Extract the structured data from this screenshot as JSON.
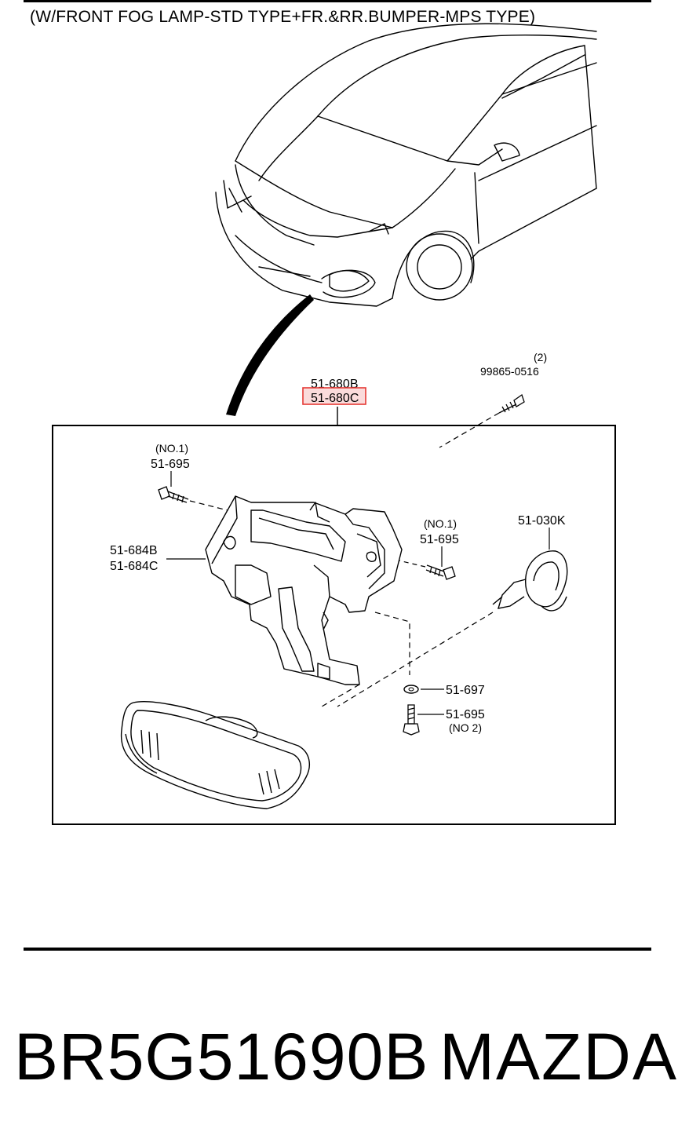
{
  "header": {
    "title": "(W/FRONT FOG LAMP-STD TYPE+FR.&RR.BUMPER-MPS TYPE)"
  },
  "diagram": {
    "labels": {
      "bracket_upper_b": "51-680B",
      "bracket_upper_c": "51-680C",
      "screw_qty": "(2)",
      "screw_part": "99865-0516",
      "bolt_no1_a_note": "(NO.1)",
      "bolt_no1_a_part": "51-695",
      "bracket_b": "51-684B",
      "bracket_c": "51-684C",
      "bolt_no1_b_note": "(NO.1)",
      "bolt_no1_b_part": "51-695",
      "bulb": "51-030K",
      "washer": "51-697",
      "bolt_no2_part": "51-695",
      "bolt_no2_note": "(NO 2)"
    },
    "highlight_color": "#e53935"
  },
  "footer": {
    "part_number": "BR5G51690B",
    "brand": "MAZDA"
  }
}
